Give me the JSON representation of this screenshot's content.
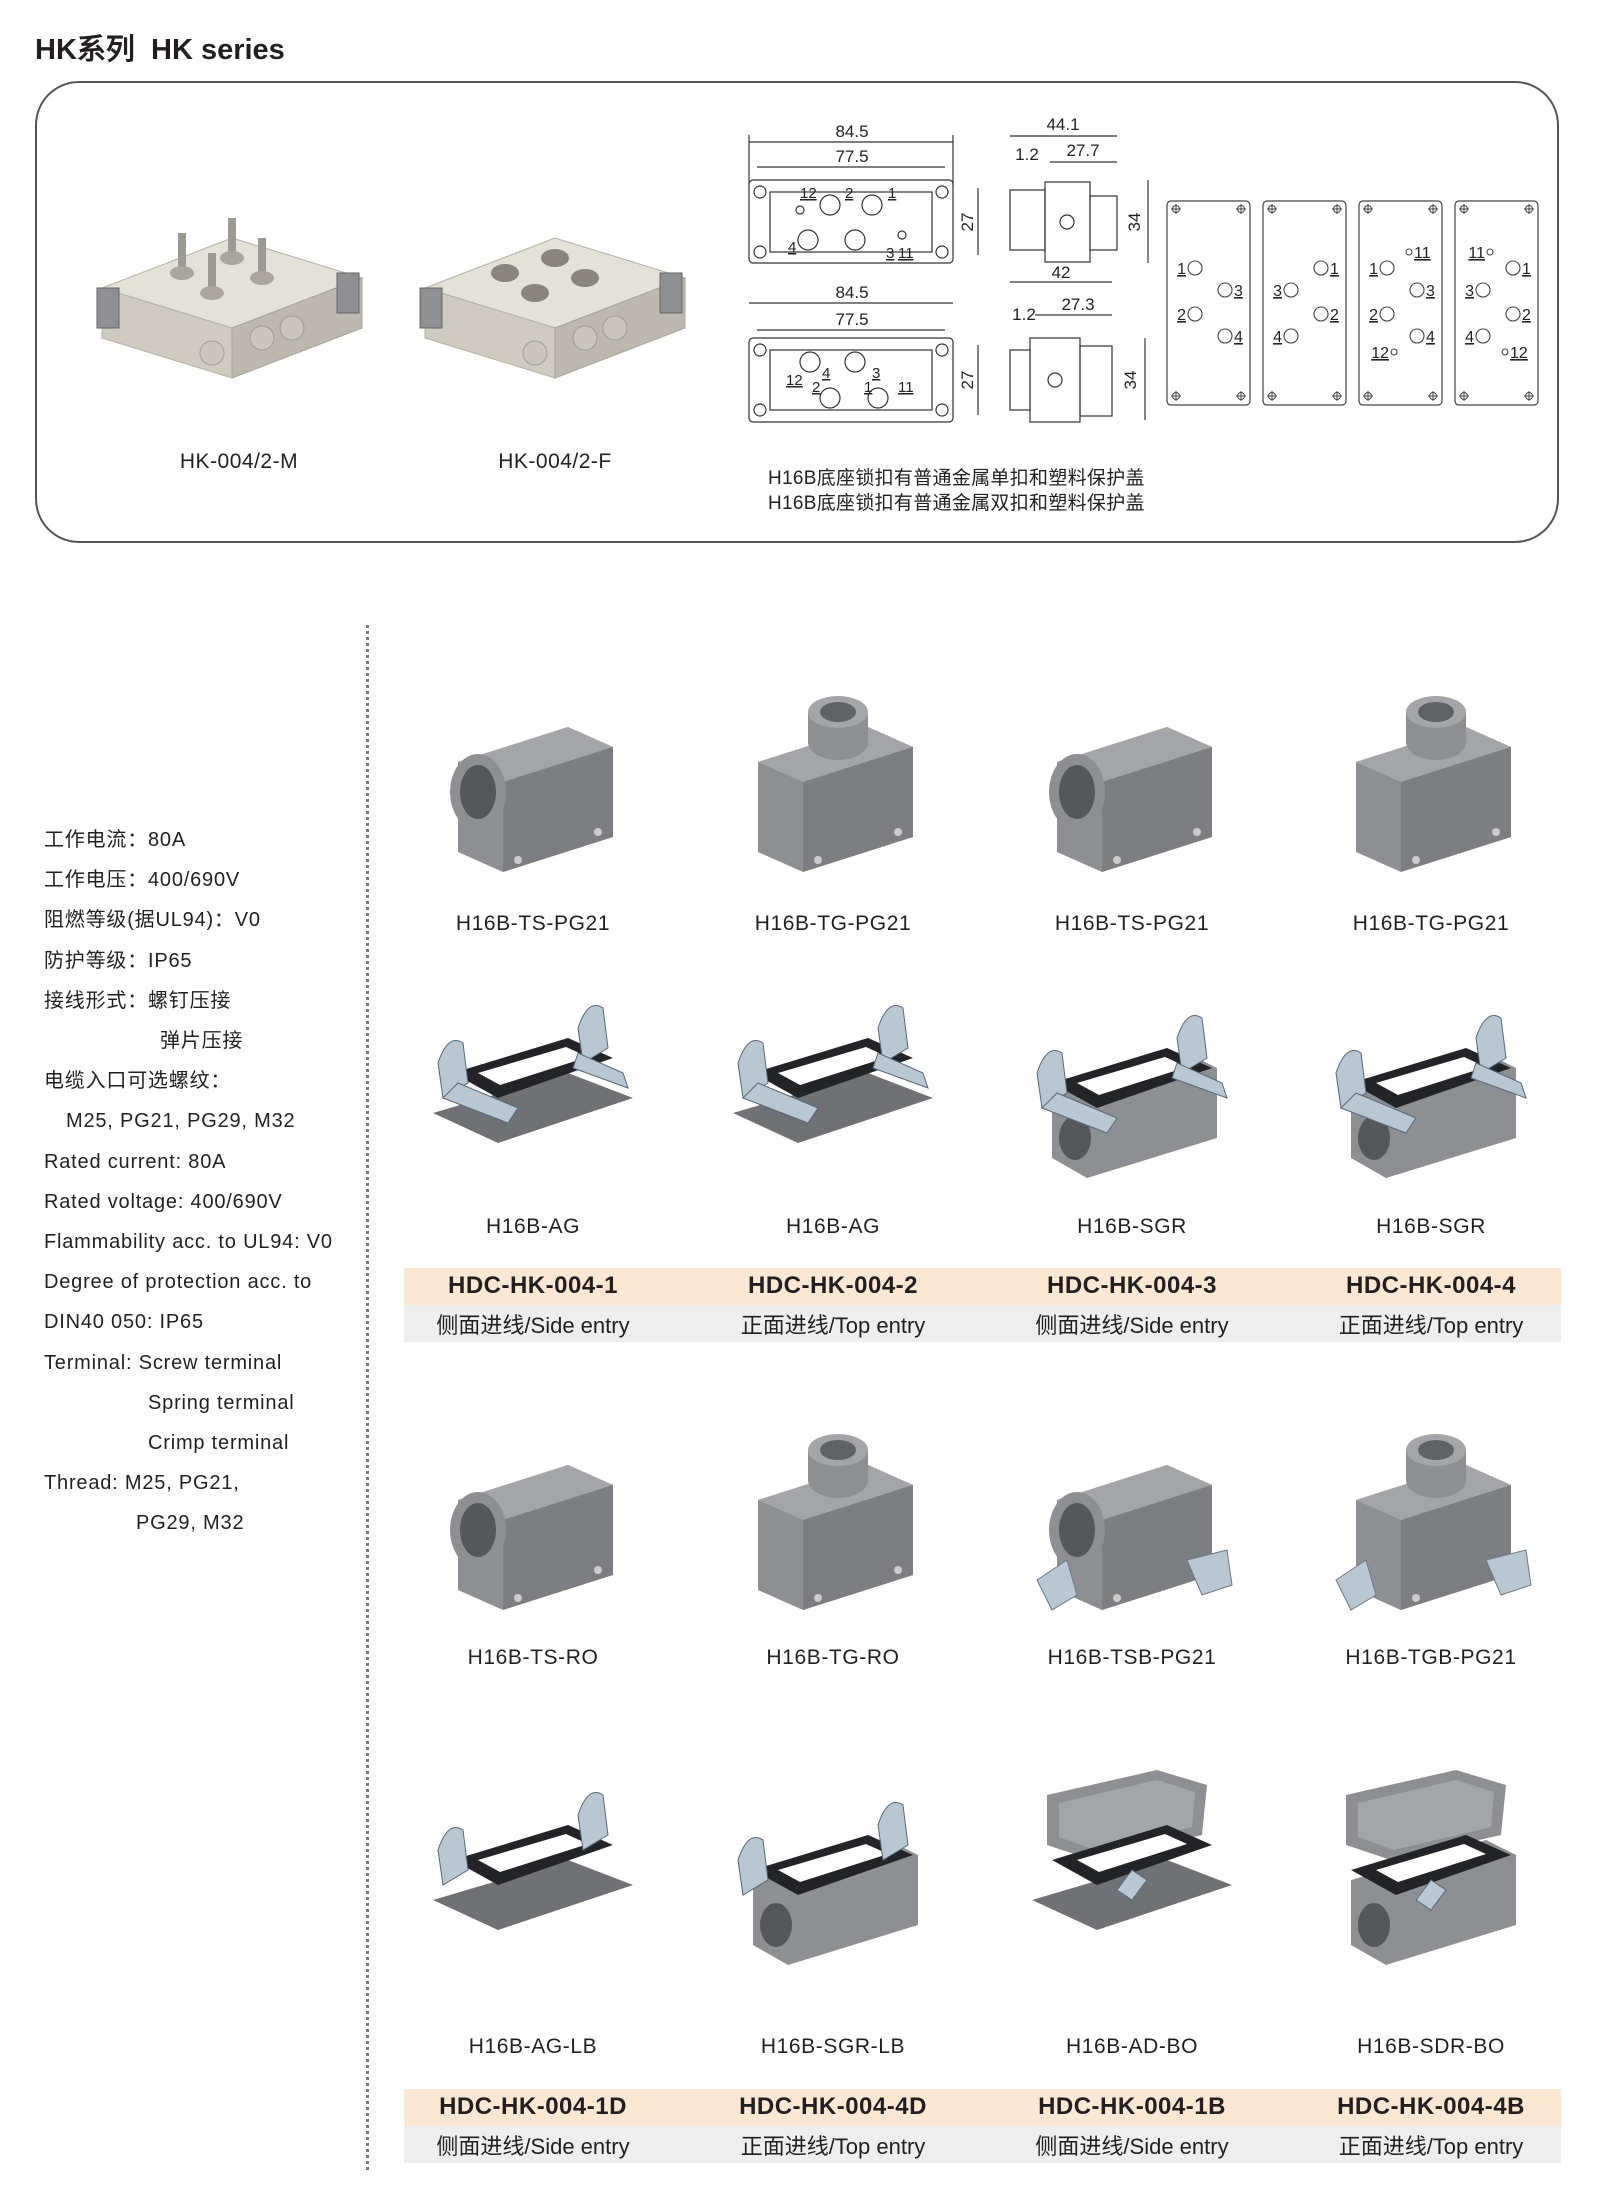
{
  "header": {
    "title": "HK系列  HK series"
  },
  "connectors": [
    {
      "label": "HK-004/2-M",
      "icon": "male-insert-icon"
    },
    {
      "label": "HK-004/2-F",
      "icon": "female-insert-icon"
    }
  ],
  "drawings": {
    "front_top": {
      "w_outer": "84.5",
      "w_inner": "77.5",
      "h": "27",
      "pins": [
        "12",
        "2",
        "1",
        "4",
        "3",
        "11"
      ]
    },
    "side_top": {
      "w_total": "44.1",
      "gap": "1.2",
      "w_part": "27.7",
      "h": "34",
      "w_bottom": "42"
    },
    "front_bottom": {
      "w_outer": "84.5",
      "w_inner": "77.5",
      "h": "27",
      "pins": [
        "12",
        "2",
        "4",
        "1",
        "3",
        "11"
      ]
    },
    "side_bottom": {
      "gap": "1.2",
      "w_part": "27.3",
      "h": "34"
    },
    "panels": [
      {
        "left": [
          "1",
          "2"
        ],
        "right": [
          "3",
          "4"
        ]
      },
      {
        "left": [
          "3",
          "4"
        ],
        "right": [
          "1",
          "2"
        ]
      },
      {
        "left": [
          "1",
          "2",
          "12"
        ],
        "right": [
          "11",
          "3",
          "4"
        ]
      },
      {
        "left": [
          "11",
          "3",
          "4"
        ],
        "right": [
          "1",
          "2",
          "12"
        ]
      }
    ]
  },
  "notes": [
    "H16B底座锁扣有普通金属单扣和塑料保护盖",
    "H16B底座锁扣有普通金属双扣和塑料保护盖"
  ],
  "specs": [
    "工作电流：80A",
    "工作电压：400/690V",
    "阻燃等级(据UL94)：V0",
    "防护等级：IP65",
    "接线形式：螺钉压接",
    "弹片压接",
    "电缆入口可选螺纹：",
    "M25, PG21, PG29, M32",
    "Rated current: 80A",
    "Rated voltage: 400/690V",
    "Flammability acc. to UL94: V0",
    "Degree of protection acc. to",
    "DIN40 050: IP65",
    "Terminal: Screw terminal",
    "Spring terminal",
    "Crimp terminal",
    "Thread: M25, PG21,",
    "PG29, M32"
  ],
  "groups": [
    {
      "rows": [
        [
          {
            "label": "H16B-TS-PG21",
            "icon": "hood-side-entry-icon"
          },
          {
            "label": "H16B-TG-PG21",
            "icon": "hood-top-entry-icon"
          },
          {
            "label": "H16B-TS-PG21",
            "icon": "hood-side-entry-icon"
          },
          {
            "label": "H16B-TG-PG21",
            "icon": "hood-top-entry-icon"
          }
        ],
        [
          {
            "label": "H16B-AG",
            "icon": "panel-base-icon"
          },
          {
            "label": "H16B-AG",
            "icon": "panel-base-icon"
          },
          {
            "label": "H16B-SGR",
            "icon": "surface-base-icon"
          },
          {
            "label": "H16B-SGR",
            "icon": "surface-base-icon"
          }
        ]
      ],
      "band": [
        {
          "code": "HDC-HK-004-1",
          "desc": "侧面进线/Side entry"
        },
        {
          "code": "HDC-HK-004-2",
          "desc": "正面进线/Top entry"
        },
        {
          "code": "HDC-HK-004-3",
          "desc": "侧面进线/Side entry"
        },
        {
          "code": "HDC-HK-004-4",
          "desc": "正面进线/Top entry"
        }
      ]
    },
    {
      "rows": [
        [
          {
            "label": "H16B-TS-RO",
            "icon": "hood-side-entry-icon"
          },
          {
            "label": "H16B-TG-RO",
            "icon": "hood-top-entry-icon"
          },
          {
            "label": "H16B-TSB-PG21",
            "icon": "hood-side-levers-icon"
          },
          {
            "label": "H16B-TGB-PG21",
            "icon": "hood-top-levers-icon"
          }
        ],
        [
          {
            "label": "H16B-AG-LB",
            "icon": "panel-base-lever-icon"
          },
          {
            "label": "H16B-SGR-LB",
            "icon": "surface-base-lever-icon"
          },
          {
            "label": "H16B-AD-BO",
            "icon": "panel-base-cover-icon"
          },
          {
            "label": "H16B-SDR-BO",
            "icon": "surface-base-cover-icon"
          }
        ]
      ],
      "band": [
        {
          "code": "HDC-HK-004-1D",
          "desc": "侧面进线/Side entry"
        },
        {
          "code": "HDC-HK-004-4D",
          "desc": "正面进线/Top entry"
        },
        {
          "code": "HDC-HK-004-1B",
          "desc": "侧面进线/Side entry"
        },
        {
          "code": "HDC-HK-004-4B",
          "desc": "正面进线/Top entry"
        }
      ]
    }
  ],
  "colors": {
    "band_top": "#fce8d2",
    "band_bottom": "#eeeeee",
    "housing": "#8a8c8f",
    "insert": "#d9d6cc"
  }
}
